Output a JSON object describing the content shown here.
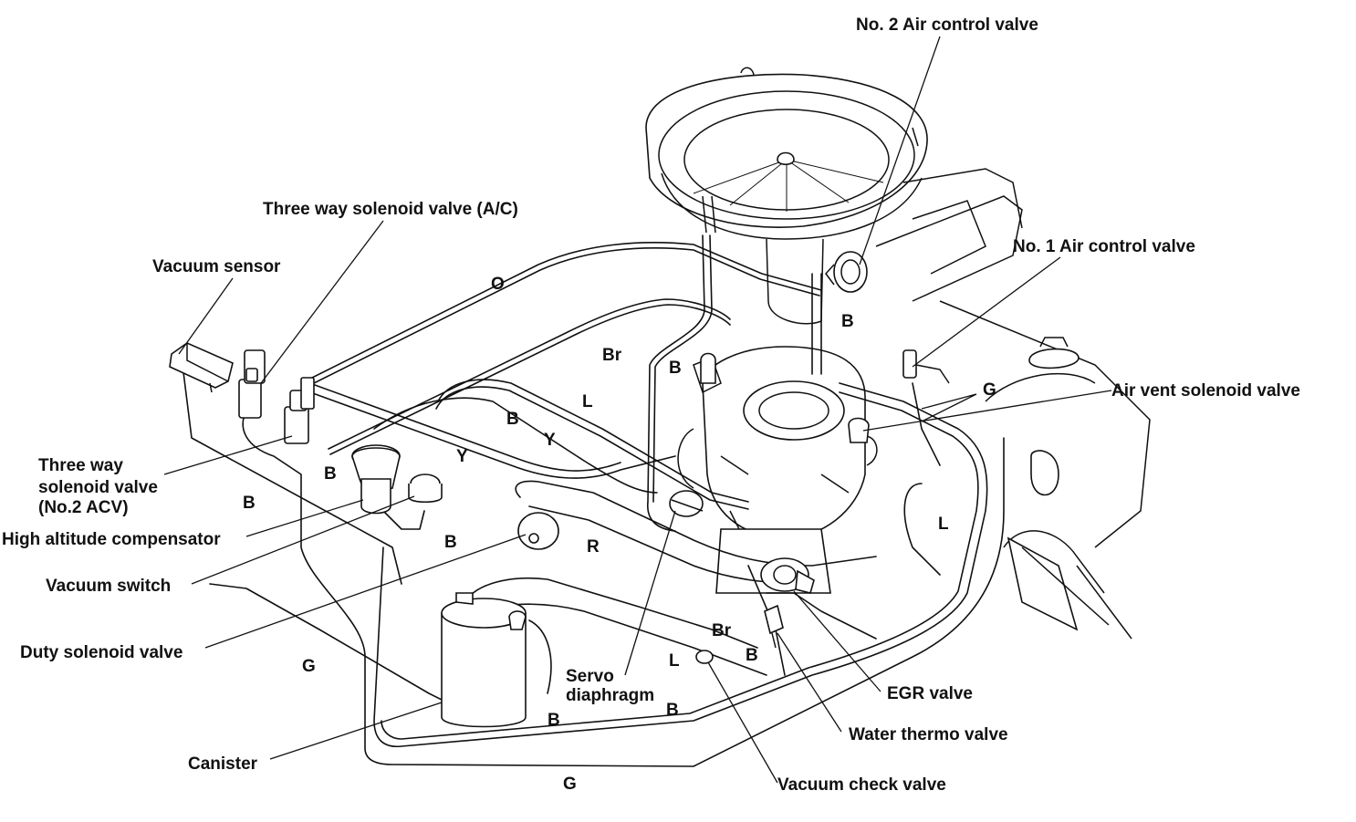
{
  "components": {
    "no2_air_control_valve": "No. 2 Air control valve",
    "three_way_solenoid_ac": "Three way solenoid valve (A/C)",
    "no1_air_control_valve": "No. 1 Air control valve",
    "vacuum_sensor": "Vacuum sensor",
    "air_vent_solenoid_valve": "Air vent solenoid valve",
    "three_way_solenoid_acv_line1": "Three way",
    "three_way_solenoid_acv_line2": "solenoid valve",
    "three_way_solenoid_acv_line3": "(No.2 ACV)",
    "high_altitude_compensator": "High altitude compensator",
    "vacuum_switch": "Vacuum switch",
    "duty_solenoid_valve": "Duty solenoid valve",
    "servo_diaphragm_line1": "Servo",
    "servo_diaphragm_line2": "diaphragm",
    "egr_valve": "EGR valve",
    "water_thermo_valve": "Water thermo valve",
    "canister": "Canister",
    "vacuum_check_valve": "Vacuum check valve"
  },
  "hose_codes": {
    "o": "O",
    "br_upper": "Br",
    "b_upper_right": "B",
    "b_upper_mid": "B",
    "l_upper": "L",
    "b_mid": "B",
    "y_right": "Y",
    "y_left": "Y",
    "b_left1": "B",
    "b_left2": "B",
    "b_hac": "B",
    "g_right": "G",
    "l_right": "L",
    "r": "R",
    "br_lower": "Br",
    "l_lower": "L",
    "b_lower_mid": "B",
    "b_lower": "B",
    "b_bottom": "B",
    "g_left": "G",
    "g_bottom": "G"
  }
}
